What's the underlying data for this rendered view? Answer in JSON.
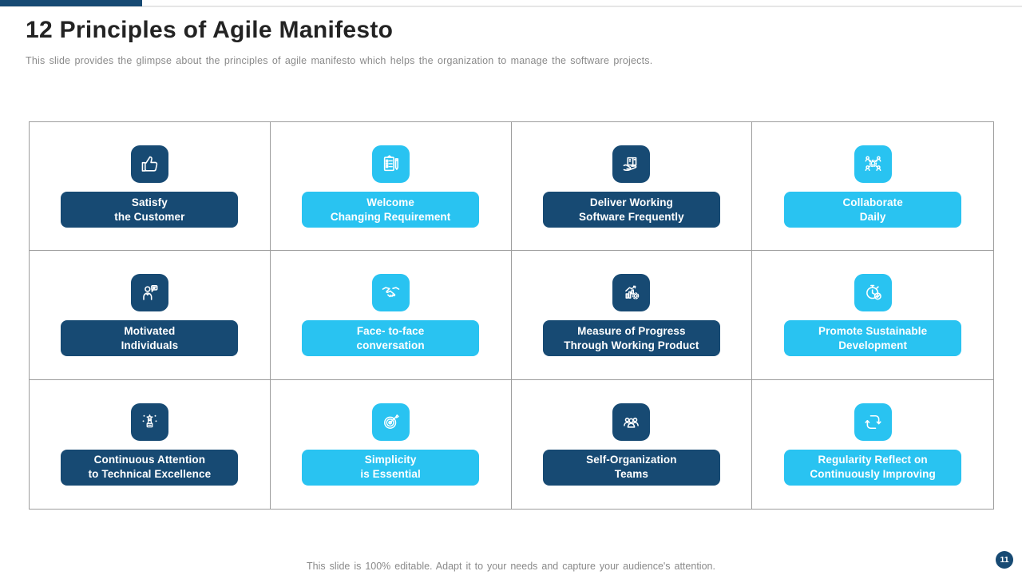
{
  "slide": {
    "title": "12 Principles of Agile Manifesto",
    "subtitle": "This slide provides the glimpse about the principles of agile manifesto which helps the organization to manage the software projects.",
    "footer": "This slide is 100% editable. Adapt it to your needs and capture your audience's attention.",
    "page_number": "11"
  },
  "theme": {
    "dark_blue": "#174a73",
    "cyan": "#29c3f1",
    "grid_line": "#9d9d9d",
    "muted_text": "#8a8a8a",
    "title_color": "#232323"
  },
  "principles": [
    {
      "line1": "Satisfy",
      "line2": "the Customer",
      "icon": "thumbs-up-icon",
      "color": "dark"
    },
    {
      "line1": "Welcome",
      "line2": "Changing Requirement",
      "icon": "clipboard-checklist-icon",
      "color": "cyan"
    },
    {
      "line1": "Deliver Working",
      "line2": "Software Frequently",
      "icon": "hand-delivery-box-icon",
      "color": "dark"
    },
    {
      "line1": "Collaborate",
      "line2": "Daily",
      "icon": "team-network-gear-icon",
      "color": "cyan"
    },
    {
      "line1": "Motivated",
      "line2": "Individuals",
      "icon": "person-speech-bubble-icon",
      "color": "dark"
    },
    {
      "line1": "Face- to-face",
      "line2": "conversation",
      "icon": "handshake-icon",
      "color": "cyan"
    },
    {
      "line1": "Measure of Progress",
      "line2": "Through Working Product",
      "icon": "progress-chart-gear-icon",
      "color": "dark"
    },
    {
      "line1": "Promote Sustainable",
      "line2": "Development",
      "icon": "stopwatch-check-icon",
      "color": "cyan"
    },
    {
      "line1": "Continuous Attention",
      "line2": "to Technical Excellence",
      "icon": "trophy-star-icon",
      "color": "dark"
    },
    {
      "line1": "Simplicity",
      "line2": "is Essential",
      "icon": "target-arrow-icon",
      "color": "cyan"
    },
    {
      "line1": "Self-Organization",
      "line2": "Teams",
      "icon": "team-group-icon",
      "color": "dark"
    },
    {
      "line1": "Regularity Reflect on",
      "line2": "Continuously Improving",
      "icon": "refresh-cycle-icon",
      "color": "cyan"
    }
  ]
}
